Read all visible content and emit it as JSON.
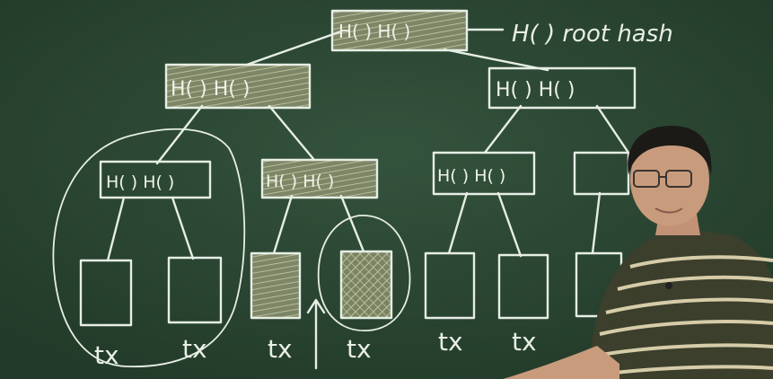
{
  "board": {
    "background": "#2d4a36",
    "chalk": "#e6eee5",
    "hatch_fill": "#8c9472",
    "annotation": "H( ) root hash",
    "node_label": "H( ) H( )",
    "leaf_label": "tx"
  },
  "lecturer": {
    "shirt_colors": [
      "#3a3d2a",
      "#d9cfae"
    ],
    "skin": "#c89b7c"
  }
}
